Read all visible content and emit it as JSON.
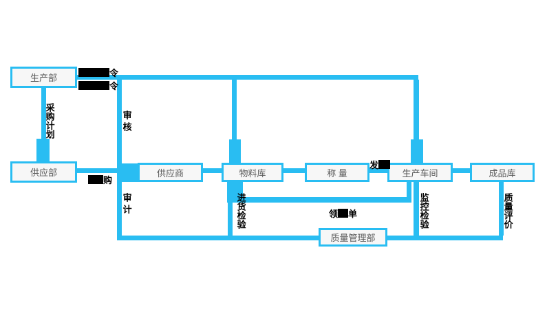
{
  "diagram": {
    "nodes": [
      {
        "id": "production-dept",
        "label": "生产部"
      },
      {
        "id": "supply-dept",
        "label": "供应部"
      },
      {
        "id": "supplier",
        "label": "供应商"
      },
      {
        "id": "material-warehouse",
        "label": "物料库"
      },
      {
        "id": "weighing",
        "label": "称 量"
      },
      {
        "id": "production-workshop",
        "label": "生产车间"
      },
      {
        "id": "finished-goods-warehouse",
        "label": "成品库"
      },
      {
        "id": "quality-management-dept",
        "label": "质量管理部"
      }
    ],
    "edge_labels": {
      "purchase_plan": "采购计划",
      "review": "审核",
      "audit": "审计",
      "incoming_inspection": "进货检验",
      "monitoring_inspection": "监控检验",
      "quality_evaluation": "质量评价"
    },
    "partially_redacted_labels": {
      "instruction_top_visible": "令",
      "instruction_bottom_visible": "令",
      "purchase_order_visible": "购",
      "dispatch_visible": "发",
      "requisition_visible_prefix": "领",
      "requisition_visible_suffix": "单"
    },
    "colors": {
      "line": "#29BDF2",
      "node_fill": "#F7F7F7",
      "node_border": "#29BDF2",
      "node_text": "#595959",
      "label_text": "#000000",
      "redaction": "#000000",
      "background": "#FFFFFF"
    }
  }
}
